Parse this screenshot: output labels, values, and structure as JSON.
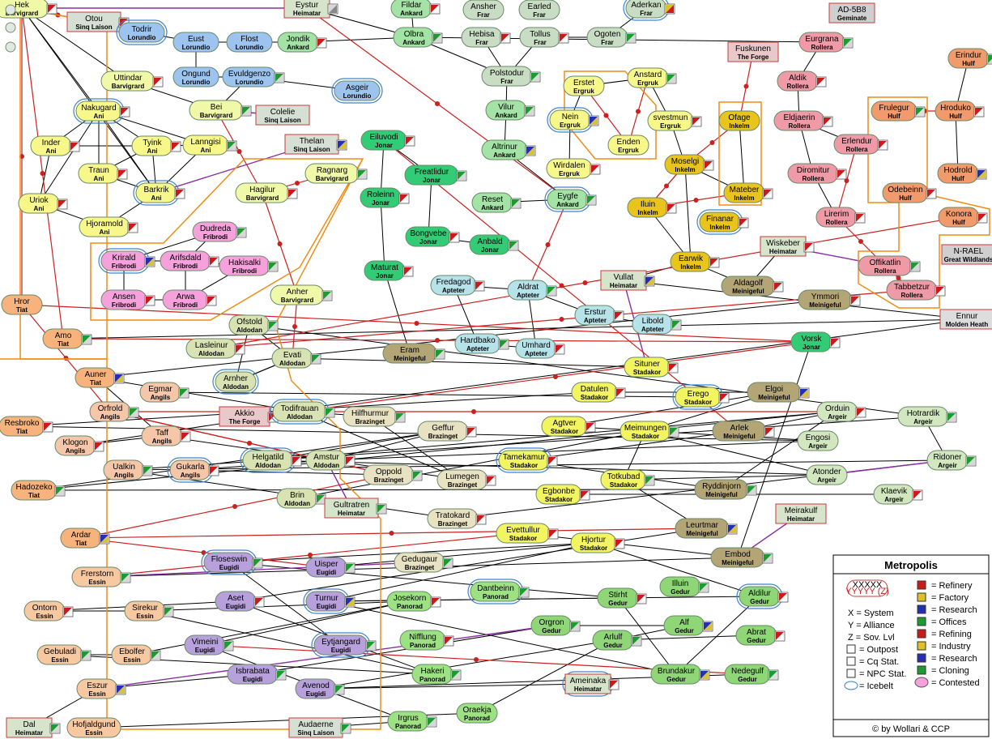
{
  "colors": {
    "Barvigrard": "#f0f9a8",
    "Ani": "#f8f88a",
    "Tiat": "#f8b27c",
    "Angils": "#f6c6a9",
    "Essin": "#f8c8a0",
    "Aldodan": "#d8e2b3",
    "Lorundio": "#9cc4ef",
    "Ankard": "#a3e3a5",
    "Frar": "#c9dcc4",
    "Jonar": "#32cc77",
    "Ergruk": "#f8f88a",
    "Inkelm": "#e8c41c",
    "Rollera": "#f09aa8",
    "Hulf": "#f19b6c",
    "Apteter": "#b6e2ea",
    "Stadakor": "#f2f460",
    "Argeir": "#d2e7c0",
    "Meinigeful": "#b3a576",
    "Gedur": "#8fd676",
    "Panorad": "#9de282",
    "Brazinget": "#e8e2c2",
    "Eugidi": "#b7a0db",
    "Fribrodi": "#f6a0dc",
    "Sinq Laison": "#d6dfd3",
    "Heimatar": "#d5e4cb",
    "The Forge": "#e8c8c8",
    "Geminate": "#cfcfcf",
    "Great Wildlands": "#cfcfcf",
    "Molden Heath": "#dddddd",
    "edge_normal": "#000000",
    "edge_constellation": "#cc1f1f",
    "edge_region": "#8a2fa2",
    "border": "#f08c15",
    "icebelt": "#3f84cf"
  },
  "systems": [
    {
      "name": "Hek",
      "alliance": "Barvigrard",
      "sov": "",
      "icon": "R"
    },
    {
      "name": "Eystur",
      "alliance": "Heimatar",
      "sov": "",
      "icon": "N"
    },
    {
      "name": "Fildar",
      "alliance": "Ankard",
      "sov": "",
      "icon": "R"
    },
    {
      "name": "Ansher",
      "alliance": "Frar",
      "sov": "",
      "icon": ""
    },
    {
      "name": "Earled",
      "alliance": "Frar",
      "sov": "",
      "icon": ""
    },
    {
      "name": "Aderkan",
      "alliance": "Frar",
      "sov": "",
      "icon": "Y"
    },
    {
      "name": "AD-5B8",
      "alliance": "Geminate",
      "sov": "",
      "icon": ""
    },
    {
      "name": "Otou",
      "alliance": "Sinq Laison",
      "sov": "",
      "icon": "R"
    },
    {
      "name": "Todrir",
      "alliance": "Lorundio",
      "sov": "",
      "icon": ""
    },
    {
      "name": "Eust",
      "alliance": "Lorundio",
      "sov": "",
      "icon": ""
    },
    {
      "name": "Flost",
      "alliance": "Lorundio",
      "sov": "",
      "icon": ""
    },
    {
      "name": "Jondik",
      "alliance": "Ankard",
      "sov": "",
      "icon": "R"
    },
    {
      "name": "Olbra",
      "alliance": "Ankard",
      "sov": "",
      "icon": "M"
    },
    {
      "name": "Hebisa",
      "alliance": "Frar",
      "sov": "",
      "icon": "R"
    },
    {
      "name": "Tollus",
      "alliance": "Frar",
      "sov": "",
      "icon": "R"
    },
    {
      "name": "Ogoten",
      "alliance": "Frar",
      "sov": "",
      "icon": "M"
    },
    {
      "name": "Eurgrana",
      "alliance": "Rollera",
      "sov": "",
      "icon": "M"
    },
    {
      "name": "Erindur",
      "alliance": "Hulf",
      "sov": "",
      "icon": "M"
    },
    {
      "name": "Fuskunen",
      "alliance": "The Forge",
      "sov": "",
      "icon": ""
    },
    {
      "name": "Uttindar",
      "alliance": "Barvigrard",
      "sov": "",
      "icon": "R"
    },
    {
      "name": "Ongund",
      "alliance": "Lorundio",
      "sov": "",
      "icon": ""
    },
    {
      "name": "Evuldgenzo",
      "alliance": "Lorundio",
      "sov": "",
      "icon": "M"
    },
    {
      "name": "Asgeir",
      "alliance": "Lorundio",
      "sov": "",
      "icon": ""
    },
    {
      "name": "Polstodur",
      "alliance": "Frar",
      "sov": "",
      "icon": "M"
    },
    {
      "name": "Erstet",
      "alliance": "Ergruk",
      "sov": "",
      "icon": ""
    },
    {
      "name": "Anstard",
      "alliance": "Ergruk",
      "sov": "",
      "icon": "M"
    },
    {
      "name": "Aldik",
      "alliance": "Rollera",
      "sov": "",
      "icon": "R"
    },
    {
      "name": "Nakugard",
      "alliance": "Ani",
      "sov": "",
      "icon": "R"
    },
    {
      "name": "Bei",
      "alliance": "Barvigrard",
      "sov": "",
      "icon": "M"
    },
    {
      "name": "Colelie",
      "alliance": "Sinq Laison",
      "sov": "",
      "icon": ""
    },
    {
      "name": "Vilur",
      "alliance": "Ankard",
      "sov": "",
      "icon": "M"
    },
    {
      "name": "Nein",
      "alliance": "Ergruk",
      "sov": "",
      "icon": "B"
    },
    {
      "name": "svestmun",
      "alliance": "Ergruk",
      "sov": "",
      "icon": "R"
    },
    {
      "name": "Ofage",
      "alliance": "Inkelm",
      "sov": "",
      "icon": ""
    },
    {
      "name": "Eldjaerin",
      "alliance": "Rollera",
      "sov": "",
      "icon": "R"
    },
    {
      "name": "Frulegur",
      "alliance": "Hulf",
      "sov": "",
      "icon": "G"
    },
    {
      "name": "Hroduko",
      "alliance": "Hulf",
      "sov": "",
      "icon": "R"
    },
    {
      "name": "Inder",
      "alliance": "Ani",
      "sov": "",
      "icon": "R"
    },
    {
      "name": "Tyink",
      "alliance": "Ani",
      "sov": "",
      "icon": "R"
    },
    {
      "name": "Lanngisi",
      "alliance": "Ani",
      "sov": "",
      "icon": "M"
    },
    {
      "name": "Thelan",
      "alliance": "Sinq Laison",
      "sov": "",
      "icon": "B"
    },
    {
      "name": "Eiluvodi",
      "alliance": "Jonar",
      "sov": "",
      "icon": "R"
    },
    {
      "name": "Altrinur",
      "alliance": "Ankard",
      "sov": "",
      "icon": "B"
    },
    {
      "name": "Enden",
      "alliance": "Ergruk",
      "sov": "",
      "icon": ""
    },
    {
      "name": "Moselgi",
      "alliance": "Inkelm",
      "sov": "",
      "icon": "R"
    },
    {
      "name": "Erlendur",
      "alliance": "Rollera",
      "sov": "",
      "icon": "R"
    },
    {
      "name": "Traun",
      "alliance": "Ani",
      "sov": "",
      "icon": "R"
    },
    {
      "name": "Barkrik",
      "alliance": "Ani",
      "sov": "",
      "icon": "R"
    },
    {
      "name": "Ragnarg",
      "alliance": "Barvigrard",
      "sov": "",
      "icon": "M"
    },
    {
      "name": "Hagilur",
      "alliance": "Barvigrard",
      "sov": "",
      "icon": "R"
    },
    {
      "name": "Freatlidur",
      "alliance": "Jonar",
      "sov": "",
      "icon": "M"
    },
    {
      "name": "Wirdalen",
      "alliance": "Ergruk",
      "sov": "",
      "icon": "R"
    },
    {
      "name": "Diromitur",
      "alliance": "Rollera",
      "sov": "",
      "icon": "R"
    },
    {
      "name": "Hodrold",
      "alliance": "Hulf",
      "sov": "",
      "icon": "B"
    },
    {
      "name": "Uriok",
      "alliance": "Ani",
      "sov": "",
      "icon": "R"
    },
    {
      "name": "Roleinn",
      "alliance": "Jonar",
      "sov": "",
      "icon": "R"
    },
    {
      "name": "Reset",
      "alliance": "Ankard",
      "sov": "",
      "icon": "M"
    },
    {
      "name": "Eygfe",
      "alliance": "Ankard",
      "sov": "",
      "icon": "M"
    },
    {
      "name": "Mateber",
      "alliance": "Inkelm",
      "sov": "",
      "icon": "R"
    },
    {
      "name": "Odebeinn",
      "alliance": "Hulf",
      "sov": "",
      "icon": "R"
    },
    {
      "name": "Iluin",
      "alliance": "Inkelm",
      "sov": "",
      "icon": "R"
    },
    {
      "name": "Lirerim",
      "alliance": "Rollera",
      "sov": "",
      "icon": "R"
    },
    {
      "name": "Konora",
      "alliance": "Hulf",
      "sov": "",
      "icon": "R"
    },
    {
      "name": "Hjoramold",
      "alliance": "Ani",
      "sov": "",
      "icon": "R"
    },
    {
      "name": "Dudreda",
      "alliance": "Fribrodi",
      "sov": "",
      "icon": "M"
    },
    {
      "name": "Bongvebe",
      "alliance": "Jonar",
      "sov": "",
      "icon": "R"
    },
    {
      "name": "Anbald",
      "alliance": "Jonar",
      "sov": "",
      "icon": "M"
    },
    {
      "name": "Finanar",
      "alliance": "Inkelm",
      "sov": "",
      "icon": "R"
    },
    {
      "name": "Wiskeber",
      "alliance": "Heimatar",
      "sov": "",
      "icon": "R"
    },
    {
      "name": "N-RAEL",
      "alliance": "Great Wildlands",
      "sov": "",
      "icon": ""
    },
    {
      "name": "Krirald",
      "alliance": "Fribrodi",
      "sov": "",
      "icon": "B"
    },
    {
      "name": "Arifsdald",
      "alliance": "Fribrodi",
      "sov": "",
      "icon": "R"
    },
    {
      "name": "Hakisalki",
      "alliance": "Fribrodi",
      "sov": "",
      "icon": "M"
    },
    {
      "name": "Maturat",
      "alliance": "Jonar",
      "sov": "",
      "icon": "R"
    },
    {
      "name": "Vullat",
      "alliance": "Heimatar",
      "sov": "",
      "icon": "B"
    },
    {
      "name": "Earwik",
      "alliance": "Inkelm",
      "sov": "",
      "icon": "R"
    },
    {
      "name": "Offikatlin",
      "alliance": "Rollera",
      "sov": "",
      "icon": "M"
    },
    {
      "name": "Fredagod",
      "alliance": "Apteter",
      "sov": "",
      "icon": "R"
    },
    {
      "name": "Aldrat",
      "alliance": "Apteter",
      "sov": "",
      "icon": "M"
    },
    {
      "name": "Aldagolf",
      "alliance": "Meinigeful",
      "sov": "",
      "icon": "R"
    },
    {
      "name": "Tabbetzur",
      "alliance": "Rollera",
      "sov": "",
      "icon": "R"
    },
    {
      "name": "Ansen",
      "alliance": "Fribrodi",
      "sov": "",
      "icon": "R"
    },
    {
      "name": "Arwa",
      "alliance": "Fribrodi",
      "sov": "",
      "icon": "R"
    },
    {
      "name": "Anher",
      "alliance": "Barvigrard",
      "sov": "",
      "icon": "M"
    },
    {
      "name": "Hror",
      "alliance": "Tiat",
      "sov": "",
      "icon": ""
    },
    {
      "name": "Ofstold",
      "alliance": "Aldodan",
      "sov": "",
      "icon": "M"
    },
    {
      "name": "Erstur",
      "alliance": "Apteter",
      "sov": "",
      "icon": "R"
    },
    {
      "name": "Libold",
      "alliance": "Apteter",
      "sov": "",
      "icon": "M"
    },
    {
      "name": "Ymmori",
      "alliance": "Meinigeful",
      "sov": "",
      "icon": "R"
    },
    {
      "name": "Ennur",
      "alliance": "Molden Heath",
      "sov": "",
      "icon": ""
    },
    {
      "name": "Amo",
      "alliance": "Tiat",
      "sov": "",
      "icon": "M"
    },
    {
      "name": "Lasleinur",
      "alliance": "Aldodan",
      "sov": "",
      "icon": "R"
    },
    {
      "name": "Evati",
      "alliance": "Aldodan",
      "sov": "",
      "icon": "M"
    },
    {
      "name": "Hardbako",
      "alliance": "Apteter",
      "sov": "",
      "icon": "M"
    },
    {
      "name": "Umhard",
      "alliance": "Apteter",
      "sov": "",
      "icon": "R"
    },
    {
      "name": "Vorsk",
      "alliance": "Jonar",
      "sov": "",
      "icon": "R"
    },
    {
      "name": "Eram",
      "alliance": "Meinigeful",
      "sov": "",
      "icon": "M"
    },
    {
      "name": "Auner",
      "alliance": "Tiat",
      "sov": "",
      "icon": "B"
    },
    {
      "name": "Arnher",
      "alliance": "Aldodan",
      "sov": "",
      "icon": ""
    },
    {
      "name": "Situner",
      "alliance": "Stadakor",
      "sov": "",
      "icon": "R"
    },
    {
      "name": "Egmar",
      "alliance": "Angils",
      "sov": "",
      "icon": "M"
    },
    {
      "name": "Datulen",
      "alliance": "Stadakor",
      "sov": "",
      "icon": "R"
    },
    {
      "name": "Erego",
      "alliance": "Stadakor",
      "sov": "",
      "icon": "R"
    },
    {
      "name": "Elgoi",
      "alliance": "Meinigeful",
      "sov": "",
      "icon": "B"
    },
    {
      "name": "Orfrold",
      "alliance": "Angils",
      "sov": "",
      "icon": "M"
    },
    {
      "name": "Akkio",
      "alliance": "The Forge",
      "sov": "",
      "icon": "R"
    },
    {
      "name": "Todifrauan",
      "alliance": "Aldodan",
      "sov": "",
      "icon": "M"
    },
    {
      "name": "Hilfhurmur",
      "alliance": "Brazinget",
      "sov": "",
      "icon": "M"
    },
    {
      "name": "Orduin",
      "alliance": "Argeir",
      "sov": "",
      "icon": "R"
    },
    {
      "name": "Hotrardik",
      "alliance": "Argeir",
      "sov": "",
      "icon": "M"
    },
    {
      "name": "Resbroko",
      "alliance": "Tiat",
      "sov": "",
      "icon": "R"
    },
    {
      "name": "Geffur",
      "alliance": "Brazinget",
      "sov": "",
      "icon": "R"
    },
    {
      "name": "Agtver",
      "alliance": "Stadakor",
      "sov": "",
      "icon": "R"
    },
    {
      "name": "Meimungen",
      "alliance": "Stadakor",
      "sov": "",
      "icon": "M"
    },
    {
      "name": "Arlek",
      "alliance": "Meinigeful",
      "sov": "",
      "icon": "R"
    },
    {
      "name": "Taff",
      "alliance": "Angils",
      "sov": "",
      "icon": "R"
    },
    {
      "name": "Klogon",
      "alliance": "Angils",
      "sov": "",
      "icon": "R"
    },
    {
      "name": "Engosi",
      "alliance": "Argeir",
      "sov": "",
      "icon": ""
    },
    {
      "name": "Helgatild",
      "alliance": "Aldodan",
      "sov": "",
      "icon": "R"
    },
    {
      "name": "Amstur",
      "alliance": "Aldodan",
      "sov": "",
      "icon": "R"
    },
    {
      "name": "Tamekamur",
      "alliance": "Stadakor",
      "sov": "",
      "icon": "R"
    },
    {
      "name": "Ridoner",
      "alliance": "Argeir",
      "sov": "",
      "icon": "M"
    },
    {
      "name": "Ualkin",
      "alliance": "Angils",
      "sov": "",
      "icon": "M"
    },
    {
      "name": "Gukarla",
      "alliance": "Angils",
      "sov": "",
      "icon": "R"
    },
    {
      "name": "Oppold",
      "alliance": "Brazinget",
      "sov": "",
      "icon": "M"
    },
    {
      "name": "Lumegen",
      "alliance": "Brazinget",
      "sov": "",
      "icon": "R"
    },
    {
      "name": "Totkubad",
      "alliance": "Stadakor",
      "sov": "",
      "icon": "M"
    },
    {
      "name": "Atonder",
      "alliance": "Argeir",
      "sov": "",
      "icon": ""
    },
    {
      "name": "Hadozeko",
      "alliance": "Tiat",
      "sov": "",
      "icon": "M"
    },
    {
      "name": "Brin",
      "alliance": "Aldodan",
      "sov": "",
      "icon": "M"
    },
    {
      "name": "Egbonbe",
      "alliance": "Stadakor",
      "sov": "",
      "icon": "R"
    },
    {
      "name": "Ryddinjorn",
      "alliance": "Meinigeful",
      "sov": "",
      "icon": "M"
    },
    {
      "name": "Klaevik",
      "alliance": "Argeir",
      "sov": "",
      "icon": "R"
    },
    {
      "name": "Gultratren",
      "alliance": "Heimatar",
      "sov": "",
      "icon": "M"
    },
    {
      "name": "Tratokard",
      "alliance": "Brazinget",
      "sov": "",
      "icon": "R"
    },
    {
      "name": "Meirakulf",
      "alliance": "Heimatar",
      "sov": "",
      "icon": ""
    },
    {
      "name": "Ardar",
      "alliance": "Tiat",
      "sov": "",
      "icon": "B"
    },
    {
      "name": "Evettullur",
      "alliance": "Stadakor",
      "sov": "",
      "icon": "R"
    },
    {
      "name": "Leurtmar",
      "alliance": "Meinigeful",
      "sov": "",
      "icon": "B"
    },
    {
      "name": "Hjortur",
      "alliance": "Stadakor",
      "sov": "",
      "icon": "R"
    },
    {
      "name": "Embod",
      "alliance": "Meinigeful",
      "sov": "",
      "icon": "M"
    },
    {
      "name": "Floseswin",
      "alliance": "Eugidi",
      "sov": "",
      "icon": "M"
    },
    {
      "name": "Uisper",
      "alliance": "Eugidi",
      "sov": "",
      "icon": "M"
    },
    {
      "name": "Gedugaur",
      "alliance": "Brazinget",
      "sov": "",
      "icon": "M"
    },
    {
      "name": "Frerstorn",
      "alliance": "Essin",
      "sov": "",
      "icon": "M"
    },
    {
      "name": "Aset",
      "alliance": "Eugidi",
      "sov": "",
      "icon": "R"
    },
    {
      "name": "Turnur",
      "alliance": "Eugidi",
      "sov": "",
      "icon": "B"
    },
    {
      "name": "Ontorn",
      "alliance": "Essin",
      "sov": "",
      "icon": "R"
    },
    {
      "name": "Sirekur",
      "alliance": "Essin",
      "sov": "",
      "icon": "M"
    },
    {
      "name": "Josekorn",
      "alliance": "Panorad",
      "sov": "",
      "icon": "R"
    },
    {
      "name": "Dantbeinn",
      "alliance": "Panorad",
      "sov": "",
      "icon": "M"
    },
    {
      "name": "Illuin",
      "alliance": "Gedur",
      "sov": "",
      "icon": "M"
    },
    {
      "name": "Stirht",
      "alliance": "Gedur",
      "sov": "",
      "icon": "R"
    },
    {
      "name": "Aldilur",
      "alliance": "Gedur",
      "sov": "",
      "icon": "R"
    },
    {
      "name": "Nifflung",
      "alliance": "Panorad",
      "sov": "",
      "icon": "R"
    },
    {
      "name": "Orgron",
      "alliance": "Gedur",
      "sov": "",
      "icon": "M"
    },
    {
      "name": "Alf",
      "alliance": "Gedur",
      "sov": "",
      "icon": "B"
    },
    {
      "name": "Abrat",
      "alliance": "Gedur",
      "sov": "",
      "icon": "R"
    },
    {
      "name": "Vimeini",
      "alliance": "Eugidi",
      "sov": "",
      "icon": "M"
    },
    {
      "name": "Eytjangard",
      "alliance": "Eugidi",
      "sov": "",
      "icon": "M"
    },
    {
      "name": "Gebuladi",
      "alliance": "Essin",
      "sov": "",
      "icon": "M"
    },
    {
      "name": "Ebolfer",
      "alliance": "Essin",
      "sov": "",
      "icon": "M"
    },
    {
      "name": "Arlulf",
      "alliance": "Gedur",
      "sov": "",
      "icon": "M"
    },
    {
      "name": "Isbrabata",
      "alliance": "Eugidi",
      "sov": "",
      "icon": "M"
    },
    {
      "name": "Hakeri",
      "alliance": "Panorad",
      "sov": "",
      "icon": "M"
    },
    {
      "name": "Brundakur",
      "alliance": "Gedur",
      "sov": "",
      "icon": "B"
    },
    {
      "name": "Nedegulf",
      "alliance": "Gedur",
      "sov": "",
      "icon": "G"
    },
    {
      "name": "Eszur",
      "alliance": "Essin",
      "sov": "",
      "icon": "B"
    },
    {
      "name": "Avenod",
      "alliance": "Eugidi",
      "sov": "",
      "icon": "M"
    },
    {
      "name": "Ameinaka",
      "alliance": "Heimatar",
      "sov": "",
      "icon": "R"
    },
    {
      "name": "Oraekja",
      "alliance": "Panorad",
      "sov": "",
      "icon": ""
    },
    {
      "name": "Irgrus",
      "alliance": "Panorad",
      "sov": "",
      "icon": "M"
    },
    {
      "name": "Dal",
      "alliance": "Heimatar",
      "sov": "",
      "icon": "M"
    },
    {
      "name": "Hofjaldgund",
      "alliance": "Essin",
      "sov": "",
      "icon": ""
    },
    {
      "name": "Audaerne",
      "alliance": "Sinq Laison",
      "sov": "",
      "icon": "M"
    }
  ],
  "legend": {
    "title": "Metropolis",
    "sample": "XXXXX",
    "sample_sub": "YYYYY (Z)",
    "left": [
      "X  = System",
      "Y  = Alliance",
      "Z  = Sov. Lvl",
      "= Outpost",
      "= Cq Stat.",
      "= NPC Stat.",
      "= Icebelt"
    ],
    "right": [
      "= Refinery",
      "= Factory",
      "= Research",
      "= Offices",
      "= Refining",
      "= Industry",
      "= Research",
      "= Cloning",
      "= Contested"
    ],
    "footer": "© by Wollari & CCP"
  }
}
